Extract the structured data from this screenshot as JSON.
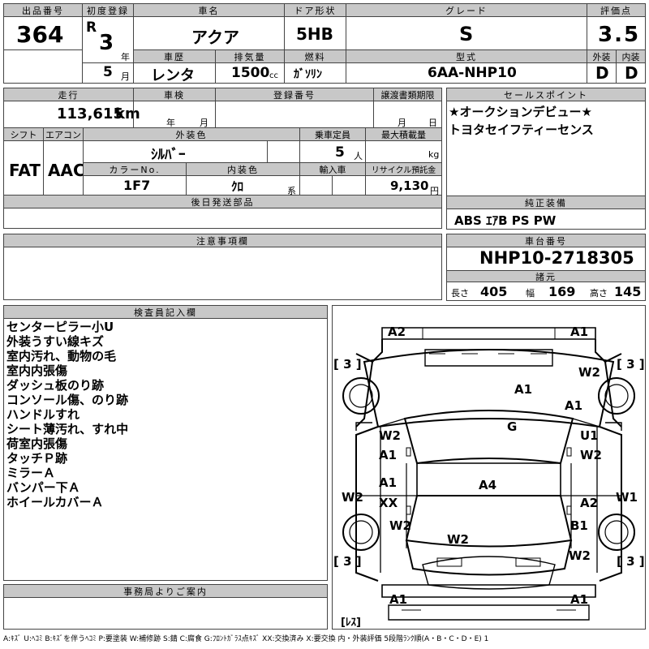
{
  "labels": {
    "lot_no": "出品番号",
    "first_reg": "初度登録",
    "car_name": "車名",
    "door_type": "ドア形状",
    "grade": "グレード",
    "score": "評価点",
    "history": "車歴",
    "displacement": "排気量",
    "fuel": "燃料",
    "model": "型式",
    "exterior": "外装",
    "interior": "内装",
    "mileage": "走行",
    "inspection": "車検",
    "reg_no": "登録番号",
    "transfer_deadline": "譲渡書類期限",
    "sales_point": "セールスポイント",
    "shift": "シフト",
    "aircon": "エアコン",
    "ext_color": "外装色",
    "capacity": "乗車定員",
    "max_load": "最大積載量",
    "color_no": "カラーNo.",
    "int_color": "内装色",
    "import": "輸入車",
    "recycle": "リサイクル預託金",
    "later_parts": "後日発送部品",
    "genuine": "純正装備",
    "caution": "注意事項欄",
    "chassis_no": "車台番号",
    "dims": "諸元",
    "inspector": "検査員記入欄",
    "office": "事務局よりご案内",
    "unit_year": "年",
    "unit_month": "月",
    "unit_cc": "cc",
    "unit_km": "km",
    "unit_person": "人",
    "unit_kg": "kg",
    "unit_kei": "系",
    "unit_yen": "円",
    "era": "R",
    "len": "長さ",
    "wid": "幅",
    "hei": "高さ"
  },
  "values": {
    "lot_no": "364",
    "reg_year": "3",
    "reg_month": "5",
    "car_name": "アクア",
    "door": "5HB",
    "grade": "S",
    "score": "3.5",
    "history": "レンタ",
    "displacement": "1500",
    "fuel": "ｶﾞｿﾘﾝ",
    "model": "6AA-NHP10",
    "exterior": "D",
    "interior": "D",
    "mileage": "113,615",
    "shift": "FAT",
    "aircon": "AAC",
    "ext_color": "ｼﾙﾊﾞｰ",
    "capacity": "5",
    "color_no": "1F7",
    "int_color": "ｸﾛ",
    "recycle": "9,130",
    "genuine": "ABS ｴｱB PS PW",
    "chassis_no": "NHP10-2718305",
    "length": "405",
    "width": "169",
    "height": "145"
  },
  "sales_points": [
    "★オークションデビュー★",
    "トヨタセイフティーセンス"
  ],
  "inspector_notes": [
    "センターピラー小U",
    "外装うすい線キズ",
    "室内汚れ、動物の毛",
    "室内内張傷",
    "ダッシュ板のり跡",
    "コンソール傷、のり跡",
    "ハンドルすれ",
    "シート薄汚れ、すれ中",
    "荷室内張傷",
    "タッチＰ跡",
    "ミラーＡ",
    "バンパー下Ａ",
    "ホイールカバーＡ"
  ],
  "damage_marks": {
    "front_left": "A2",
    "front_right": "A1",
    "hood": "A1",
    "front_fender_r": "A1",
    "front_wheel_r": "W2",
    "front_door_l_top": "W2",
    "front_door_l_bottom": "A1",
    "roof": "G",
    "front_door_r_top": "U1",
    "front_door_r_bottom": "W2",
    "rear_door_l_top": "A1",
    "rear_door_l_bottom": "XX",
    "trunk": "A4",
    "rear_door_r": "A2",
    "side_l": "W2",
    "side_r": "W1",
    "rear_wheel_l": "W2",
    "rear_window": "W2",
    "rear_fender_r": "B1",
    "rear_wheel_r": "W2",
    "rear_left": "A1",
    "rear_right": "A1",
    "tire_fl": "[ 3 ]",
    "tire_fr": "[ 3 ]",
    "tire_rl": "[ 3 ]",
    "tire_rr": "[ 3 ]",
    "spare": "[ﾚｽ]"
  },
  "legend": "A:ｷｽﾞ U:ﾍｺﾐ B:ｷｽﾞを伴うﾍｺﾐ P:要塗装 W:補修跡 S:錆 C:腐食 G:ﾌﾛﾝﾄｶﾞﾗｽ点ｷｽﾞ XX:交換済み X:要交換 内・外装評価 5段階ﾗﾝｸ順(A・B・C・D・E) 1"
}
